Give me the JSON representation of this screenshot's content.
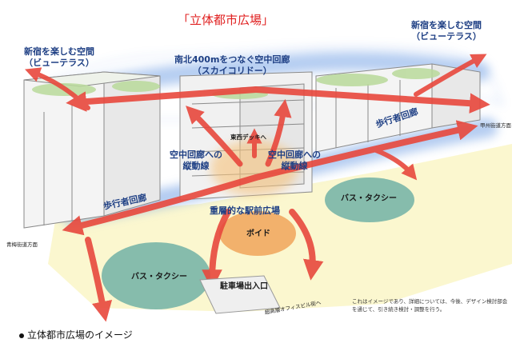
{
  "title": "「立体都市広場」",
  "labels": {
    "terrace_left": [
      "新宿を楽しむ空間",
      "（ビューテラス）"
    ],
    "terrace_right": [
      "新宿を楽しむ空間",
      "（ビューテラス）"
    ],
    "skycorridor": [
      "南北400mをつなぐ空中回廊",
      "（スカイコリドー）"
    ],
    "east_west_deck": "東西デッキへ",
    "vertical_left": [
      "空中回廊への",
      "縦動線"
    ],
    "vertical_right": [
      "空中回廊への",
      "縦動線"
    ],
    "walkway_right": "歩行者回廊",
    "walkway_left": "歩行者回廊",
    "koshu_direction": "甲州街道方面",
    "ome_direction": "青梅街道方面",
    "plaza": "重層的な駅前広場",
    "void": "ボイド",
    "bus_taxi_right": "バス・タクシー",
    "bus_taxi_left": "バス・タクシー",
    "parking_entrance": "駐車場出入口",
    "office_direction": "超高層オフィスビル街へ"
  },
  "note": "これはイメージであり、詳細については、今後、デザイン検討部会を通じて、引き続き検討・調整を行う。",
  "caption": "立体都市広場のイメージ",
  "colors": {
    "arrow_red": "#e8483d",
    "glow_blue": "#7aa6e6",
    "text_blue": "#1e3f84",
    "teal_area": "#5fa8a0",
    "void_orange": "#f0a45a",
    "ground_yellow": "#f7f0a8",
    "title_red": "#e02020"
  }
}
